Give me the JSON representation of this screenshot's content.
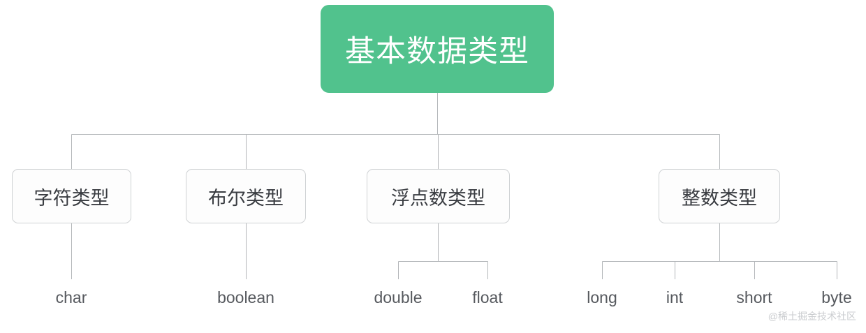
{
  "diagram": {
    "title": "基本数据类型",
    "type": "tree",
    "root": {
      "label": "基本数据类型",
      "color": "#51c28d",
      "text_color": "#ffffff"
    },
    "categories": [
      {
        "label": "字符类型",
        "leaves": [
          "char"
        ]
      },
      {
        "label": "布尔类型",
        "leaves": [
          "boolean"
        ]
      },
      {
        "label": "浮点数类型",
        "leaves": [
          "double",
          "float"
        ]
      },
      {
        "label": "整数类型",
        "leaves": [
          "long",
          "int",
          "short",
          "byte"
        ]
      }
    ],
    "leaves": {
      "char": "char",
      "boolean": "boolean",
      "double": "double",
      "float": "float",
      "long": "long",
      "int": "int",
      "short": "short",
      "byte": "byte"
    },
    "edge_color": "#b3b6b9",
    "node_border_color": "#cfd2d4",
    "node_background": "#fdfdfd",
    "background": "#ffffff"
  },
  "watermark": {
    "text": "@稀土掘金技术社区"
  }
}
